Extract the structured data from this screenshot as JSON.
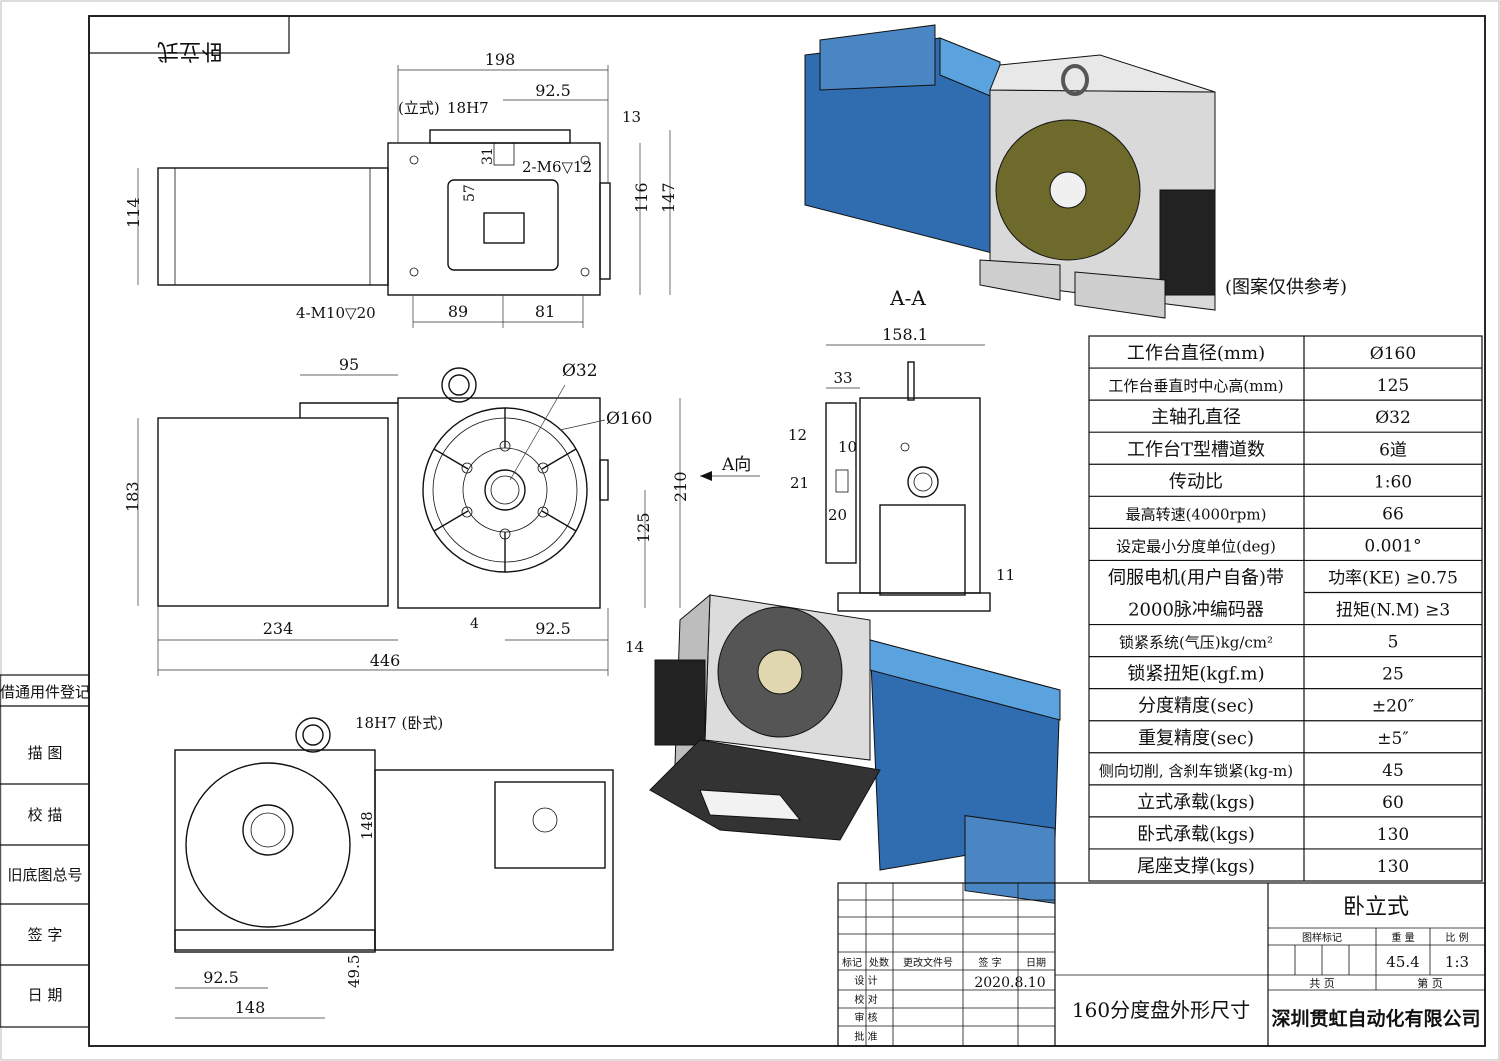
{
  "sheet": {
    "mirrored_label": "卧立式",
    "side_stamps": [
      "借通用件登记",
      "描 图",
      "校 描",
      "旧底图总号",
      "签 字",
      "日 期"
    ]
  },
  "views": {
    "top": {
      "dims": [
        "198",
        "92.5",
        "(立式)",
        "18H7",
        "13",
        "31",
        "2-M6▽12",
        "57",
        "114",
        "116",
        "147",
        "4-M10▽20",
        "89",
        "81"
      ]
    },
    "front": {
      "dims": [
        "95",
        "Ø32",
        "Ø160",
        "183",
        "210",
        "125",
        "234",
        "4",
        "92.5",
        "14",
        "446"
      ],
      "arrow_label": "A向"
    },
    "section": {
      "title": "A-A",
      "dims": [
        "158.1",
        "33",
        "12",
        "10",
        "21",
        "20",
        "11"
      ]
    },
    "horizontal": {
      "dims": [
        "18H7 (卧式)",
        "148",
        "92.5",
        "148",
        "49.5"
      ]
    },
    "render_note": "(图案仅供参考)"
  },
  "colors": {
    "motor_blue": "#2f6db0",
    "motor_light": "#5aa3de",
    "steel": "#d9d9d9",
    "table_olive": "#6e6a2c"
  },
  "specs": [
    {
      "label": "工作台直径(mm)",
      "value": "Ø160"
    },
    {
      "label": "工作台垂直时中心高(mm)",
      "value": "125"
    },
    {
      "label": "主轴孔直径",
      "value": "Ø32"
    },
    {
      "label": "工作台T型槽道数",
      "value": "6道"
    },
    {
      "label": "传动比",
      "value": "1:60"
    },
    {
      "label": "最高转速(4000rpm)",
      "value": "66"
    },
    {
      "label": "设定最小分度单位(deg)",
      "value": "0.001°"
    },
    {
      "label": "伺服电机(用户自备)带",
      "value": "功率(KE) ≥0.75"
    },
    {
      "label": "2000脉冲编码器",
      "value": "扭矩(N.M) ≥3"
    },
    {
      "label": "锁紧系统(气压)kg/cm²",
      "value": "5"
    },
    {
      "label": "锁紧扭矩(kgf.m)",
      "value": "25"
    },
    {
      "label": "分度精度(sec)",
      "value": "±20″"
    },
    {
      "label": "重复精度(sec)",
      "value": "±5″"
    },
    {
      "label": "侧向切削, 含刹车锁紧(kg-m)",
      "value": "45"
    },
    {
      "label": "立式承载(kgs)",
      "value": "60"
    },
    {
      "label": "卧式承载(kgs)",
      "value": "130"
    },
    {
      "label": "尾座支撑(kgs)",
      "value": "130"
    }
  ],
  "title_block": {
    "type": "卧立式",
    "col_headers": [
      "标记",
      "处数",
      "更改文件号",
      "签 字",
      "日期"
    ],
    "rows": [
      "设 计",
      "校 对",
      "审 核",
      "批 准"
    ],
    "date": "2020.8.10",
    "drawing_name": "160分度盘外形尺寸",
    "mark_label": "图样标记",
    "weight_label": "重 量",
    "scale_label": "比 例",
    "weight": "45.4",
    "scale": "1:3",
    "total_label": "共 页",
    "page_label": "第 页",
    "company": "深圳贯虹自动化有限公司"
  }
}
